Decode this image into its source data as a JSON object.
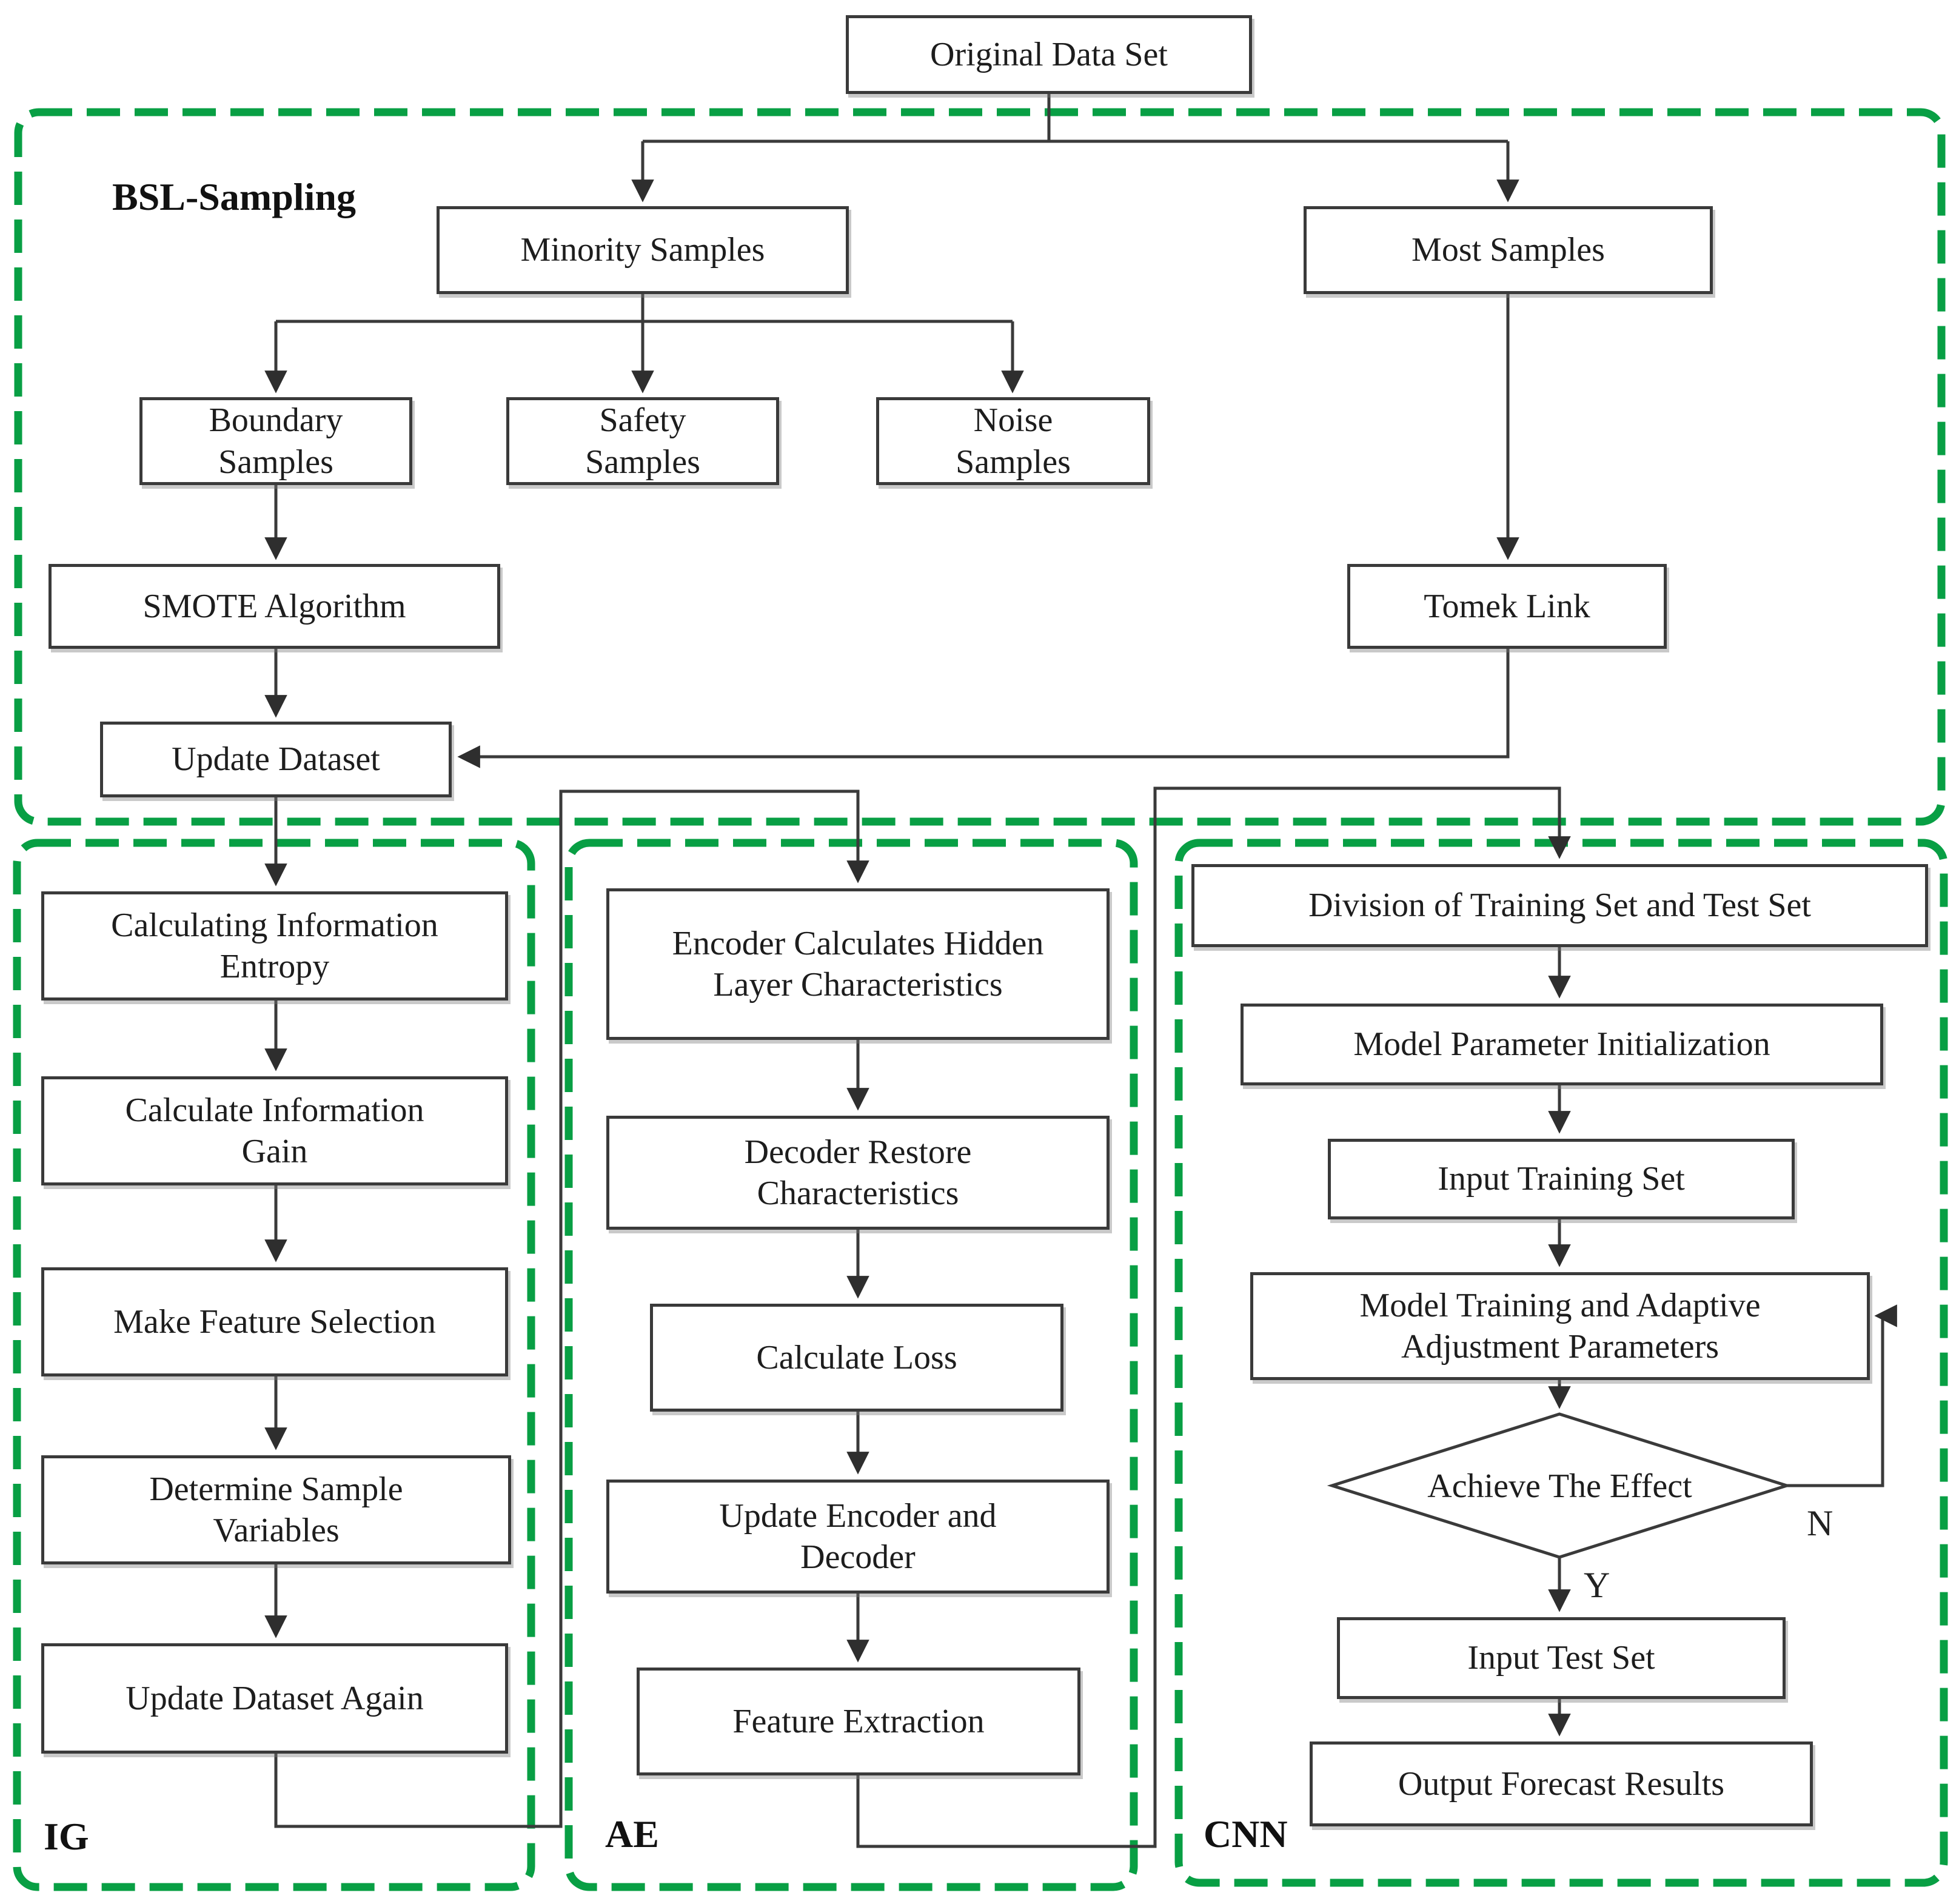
{
  "groups": {
    "bsl": "BSL-Sampling",
    "ig": "IG",
    "ae": "AE",
    "cnn": "CNN"
  },
  "nodes": {
    "original": "Original Data Set",
    "minority": "Minority Samples",
    "most": "Most Samples",
    "boundary": "Boundary\nSamples",
    "safety": "Safety\nSamples",
    "noise": "Noise\nSamples",
    "smote": "SMOTE Algorithm",
    "tomek": "Tomek Link",
    "update_dataset": "Update Dataset",
    "calc_entropy": "Calculating Information\nEntropy",
    "calc_gain": "Calculate Information\nGain",
    "make_feature_selection": "Make Feature Selection",
    "determine_vars": "Determine Sample\nVariables",
    "update_again": "Update Dataset Again",
    "encoder": "Encoder Calculates Hidden\nLayer Characteristics",
    "decoder": "Decoder Restore\nCharacteristics",
    "calc_loss": "Calculate Loss",
    "update_encdec": "Update Encoder and\nDecoder",
    "feature_extraction": "Feature Extraction",
    "division": "Division of Training Set and Test Set",
    "model_param": "Model Parameter Initialization",
    "input_training": "Input Training Set",
    "model_training": "Model Training and Adaptive\nAdjustment Parameters",
    "achieve": "Achieve The Effect",
    "input_test": "Input Test Set",
    "output_forecast": "Output Forecast Results"
  },
  "branches": {
    "yes": "Y",
    "no": "N"
  },
  "colors": {
    "group_border_green": "#089f44",
    "connector_gray": "#3a3a3a",
    "node_border_gray": "#3a3a3a",
    "text": "#1d1d1d"
  }
}
